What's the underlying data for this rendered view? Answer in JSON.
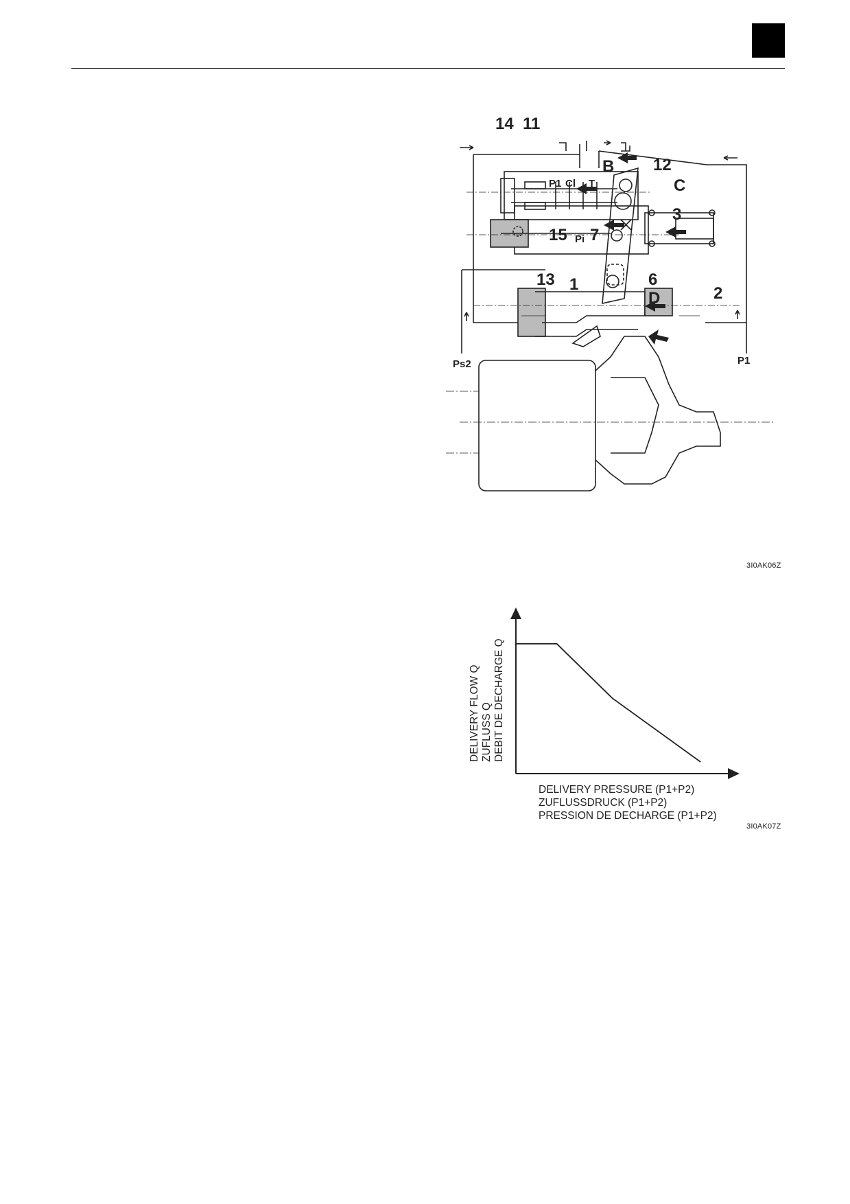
{
  "page": {
    "header_box": "black-square",
    "accent": "#000000"
  },
  "diagram": {
    "labels": {
      "l14": "14",
      "l11": "11",
      "l12": "12",
      "lB": "B",
      "lC": "C",
      "l3": "3",
      "l15": "15",
      "l7": "7",
      "l1": "1",
      "l6": "6",
      "l13": "13",
      "lD": "D",
      "l2": "2",
      "p1_port": "P1",
      "cl_port": "Cl",
      "t_port": "T",
      "pi_port": "Pi",
      "ps2": "Ps2",
      "p1": "P1"
    },
    "code": "3I0AK06Z"
  },
  "chart_data": {
    "type": "line",
    "xlabel": [
      "DELIVERY PRESSURE (P1+P2)",
      "ZUFLUSSDRUCK (P1+P2)",
      "PRESSION DE DECHARGE (P1+P2)"
    ],
    "ylabel": [
      "DELIVERY FLOW Q",
      "ZUFLUSS Q",
      "DEBIT DE DECHARGE Q"
    ],
    "series": [
      {
        "values_desc": "",
        "x": [
          0.0,
          0.19,
          0.45,
          0.86
        ],
        "y": [
          1.0,
          1.0,
          0.58,
          0.09
        ]
      }
    ],
    "xlim": [
      0,
      1
    ],
    "ylim": [
      0,
      1.2
    ],
    "grid": false,
    "code": "3I0AK07Z"
  }
}
